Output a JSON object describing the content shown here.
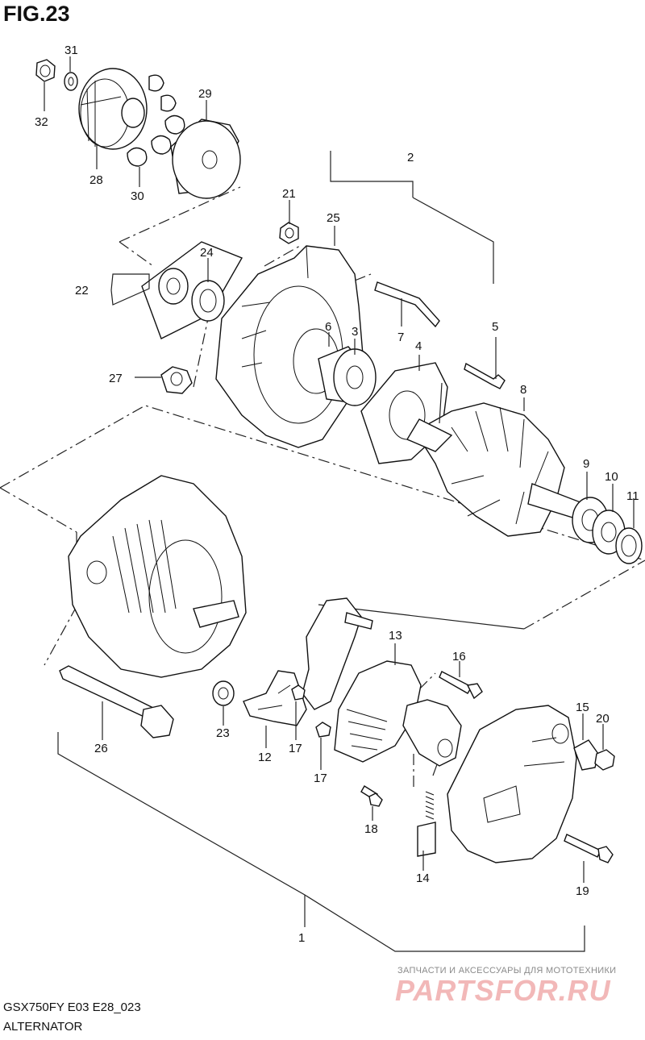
{
  "figure": {
    "title": "FIG.23"
  },
  "footer": {
    "model_code": "GSX750FY E03 E28_023",
    "caption": "ALTERNATOR"
  },
  "watermark": {
    "small_text": "ЗАПЧАСТИ И АКСЕССУАРЫ ДЛЯ МОТОТЕХНИКИ",
    "logo_text": "PARTSFOR.RU",
    "logo_color": "#f2b8b8"
  },
  "callouts": {
    "c1": "1",
    "c2": "2",
    "c3": "3",
    "c4": "4",
    "c5": "5",
    "c6": "6",
    "c7": "7",
    "c8": "8",
    "c9": "9",
    "c10": "10",
    "c11": "11",
    "c12": "12",
    "c13": "13",
    "c14": "14",
    "c15": "15",
    "c16": "16",
    "c17a": "17",
    "c17b": "17",
    "c18": "18",
    "c19": "19",
    "c20": "20",
    "c21": "21",
    "c22": "22",
    "c23": "23",
    "c24": "24",
    "c25": "25",
    "c26": "26",
    "c27": "27",
    "c28": "28",
    "c29": "29",
    "c30": "30",
    "c31": "31",
    "c32": "32"
  }
}
